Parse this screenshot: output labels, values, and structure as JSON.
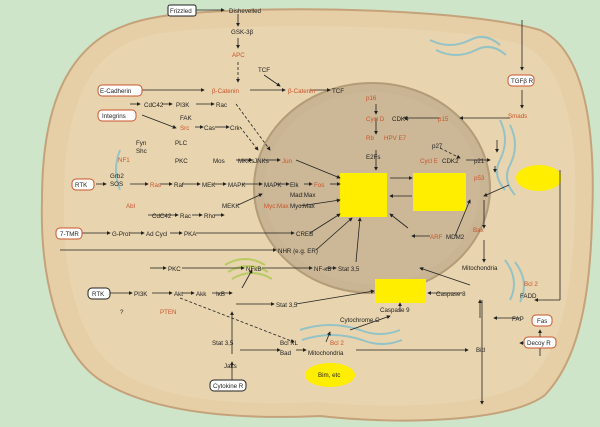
{
  "membrane_receptors": {
    "frizzled": "Frizzled",
    "e_cadherin": "E-Cadherin",
    "integrins": "Integrins",
    "rtk": "RTK",
    "seven_tmr": "7-TMR",
    "rtk_lower": "RTK",
    "cytokine_r": "Cytokine R",
    "tgfb_r": "TGFβ R",
    "fas": "Fas",
    "decoy_r": "Decoy R"
  },
  "cytoplasm": {
    "dishevelled": "Dishevelled",
    "gsk3b": "GSK-3β",
    "apc": "APC",
    "b_catenin": "β-Catenin",
    "tcf_top": "TCF",
    "cdc42_top": "CdC42",
    "pi3k_top": "PI3K",
    "rac_top": "Rac",
    "fak": "FAK",
    "src": "Src",
    "cas": "Cas",
    "crk": "Crk",
    "fyn": "Fyn",
    "shc": "Shc",
    "plc": "PLC",
    "pkc_top": "PKC",
    "mos": "Mos",
    "grb2": "Grb2",
    "sos": "SOS",
    "nf1": "NF1",
    "ras": "Ras",
    "raf": "Raf",
    "mek": "MEK",
    "mapk_a": "MAPK",
    "mkks": "MKKs",
    "jnks": "JNKs",
    "jun": "Jun",
    "mapk_b": "MAPK",
    "elk": "Elk",
    "fos": "Fos",
    "myc_max": "Myc:Max",
    "mad_max": "Mad:Max",
    "mekk": "MEKK",
    "abl": "Abl",
    "cdc42_mid": "CdC42",
    "rac_mid": "Rac",
    "rho": "Rho",
    "g_prot": "G-Prot",
    "ad_cycl": "Ad Cycl",
    "pka": "PKA",
    "creb": "CREB",
    "nhr": "NHR (e.g. ER)",
    "pkc_mid": "PKC",
    "nfkb_a": "NFκB",
    "nfkb_b": "NF-κB",
    "stat35_a": "Stat 3,5",
    "pi3k_low": "PI3K",
    "akt": "Akt",
    "akk": "Akk",
    "ikb": "IκB",
    "pten": "PTEN",
    "stat35_b": "Stat 3,5",
    "stat35_c": "Stat 3,5",
    "jaks": "Jaks",
    "bcl_xl": "Bcl XL",
    "bcl_2": "Bcl 2",
    "bad": "Bad",
    "mito_low": "Mitochondria",
    "cyto_c": "Cytochrome C",
    "caspase9": "Caspase 9",
    "caspase8": "Caspase 8",
    "mito_right": "Mitochondria",
    "bid": "Bid",
    "bim_etc": "Bim, etc",
    "fadd": "FADD",
    "fap": "FAP",
    "bcl2_right": "Bcl 2",
    "smads": "Smads",
    "bax": "Bax",
    "arf": "ARF",
    "mdm2": "MDM2",
    "p53": "p53"
  },
  "nucleus": {
    "tcf": "TCF",
    "p16": "p16",
    "cycd": "Cycl D",
    "cdk4": "CDK4",
    "p15": "p15",
    "rb": "Rb",
    "hpv_e7": "HPV E7",
    "e2fs": "E2Fs",
    "p27": "p27",
    "cyce": "Cycl E",
    "cdk2": "CDK2",
    "p21": "p21",
    "question": "?"
  }
}
